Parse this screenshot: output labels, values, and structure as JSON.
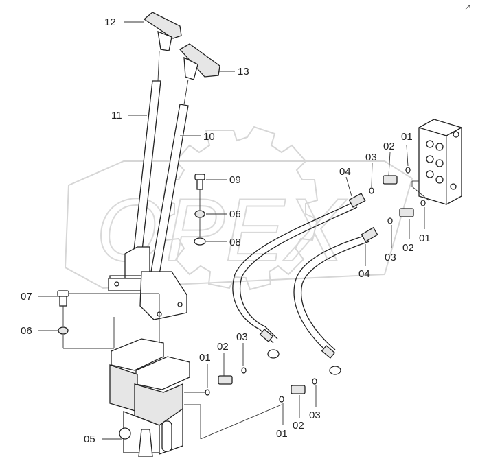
{
  "corner_mark": "↗",
  "watermark": "OPEX",
  "labels": {
    "l12": "12",
    "l13": "13",
    "l11": "11",
    "l10": "10",
    "l09": "09",
    "l06a": "06",
    "l08": "08",
    "l07": "07",
    "l06b": "06",
    "l05": "05",
    "l04a": "04",
    "l03a": "03",
    "l02a": "02",
    "l01a": "01",
    "l01b": "01",
    "l02b": "02",
    "l03b": "03",
    "l04b": "04",
    "l01c": "01",
    "l02c": "02",
    "l03c": "03",
    "l03d": "03",
    "l02d": "02",
    "l01d": "01"
  }
}
